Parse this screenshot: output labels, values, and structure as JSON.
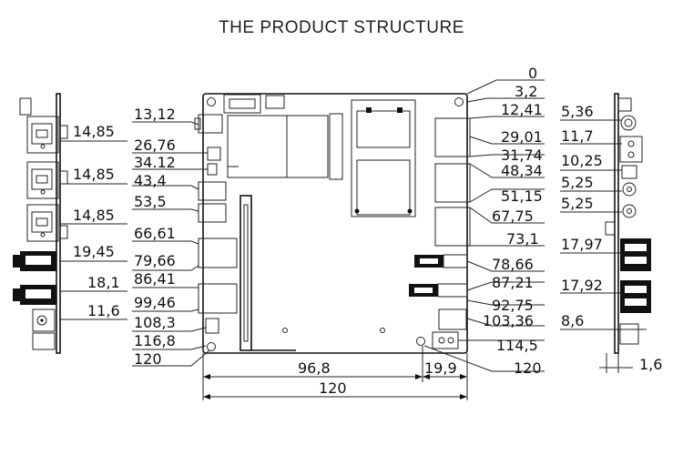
{
  "title": "THE PRODUCT STRUCTURE",
  "left_dims": [
    "13,12",
    "26,76",
    "34.12",
    "43,4",
    "53,5",
    "66,61",
    "79,66",
    "86,41",
    "99,46",
    "108,3",
    "116,8",
    "120"
  ],
  "right_dims": [
    "0",
    "3,2",
    "12,41",
    "29,01",
    "31,74",
    "48,34",
    "51,15",
    "67,75",
    "73,1",
    "78,66",
    "87,21",
    "92,75",
    "103,36",
    "114,5",
    "120"
  ],
  "left_side_dims": [
    "14,85",
    "14,85",
    "14,85",
    "19,45",
    "18,1",
    "11,6"
  ],
  "right_side_dims": [
    "5,36",
    "11,7",
    "10,25",
    "5,25",
    "5,25",
    "17,97",
    "17,92",
    "8,6",
    "1,6"
  ],
  "bottom_dims": {
    "a": "96,8",
    "b": "19,9",
    "total": "120"
  }
}
